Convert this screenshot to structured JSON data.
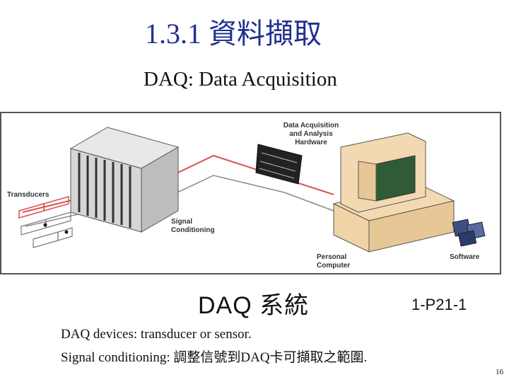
{
  "slide": {
    "title": "1.3.1 資料擷取",
    "subtitle": "DAQ: Data Acquisition",
    "figure_labels": {
      "hardware_line1": "Data Acquisition",
      "hardware_line2": "and Analysis",
      "hardware_line3": "Hardware",
      "transducers": "Transducers",
      "signal_line1": "Signal",
      "signal_line2": "Conditioning",
      "computer_line1": "Personal",
      "computer_line2": "Computer",
      "software": "Software"
    },
    "caption": "DAQ 系統",
    "figure_code": "1-P21-1",
    "body_line1": "DAQ devices: transducer or sensor.",
    "body_line2": "Signal conditioning: 調整信號到DAQ卡可擷取之範圍.",
    "page_number": "16"
  },
  "colors": {
    "title": "#1f2f8f",
    "cable_red": "#d9534f",
    "cable_gray": "#8a8a8a",
    "computer_beige": "#f3d9b1",
    "monitor_screen": "#2f5b35"
  },
  "icons": [
    "signal-conditioning-rack-icon",
    "daq-board-icon",
    "personal-computer-icon",
    "software-disks-icon",
    "transducer-icon"
  ]
}
